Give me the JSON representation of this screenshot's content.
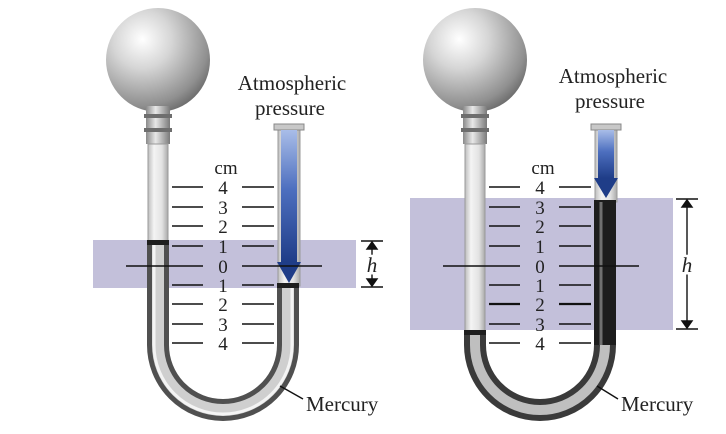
{
  "colors": {
    "band": "#b9b5d4",
    "arrow_dark": "#1f3d88",
    "arrow_light": "#9fb6e6",
    "mercury_dark": "#2b2b2b",
    "glass": "#d8d8d8"
  },
  "icons": {
    "bulb": "glass-bulb-icon",
    "arrow": "pressure-arrow-icon"
  },
  "left": {
    "atm_line1": "Atmospheric",
    "atm_line2": "pressure",
    "unit": "cm",
    "ticks": [
      "4",
      "3",
      "2",
      "1",
      "0",
      "1",
      "2",
      "3",
      "4"
    ],
    "h_label": "h",
    "mercury_label": "Mercury"
  },
  "right": {
    "atm_line1": "Atmospheric",
    "atm_line2": "pressure",
    "unit": "cm",
    "ticks": [
      "4",
      "3",
      "2",
      "1",
      "0",
      "1",
      "2",
      "3",
      "4"
    ],
    "h_label": "h",
    "mercury_label": "Mercury"
  }
}
